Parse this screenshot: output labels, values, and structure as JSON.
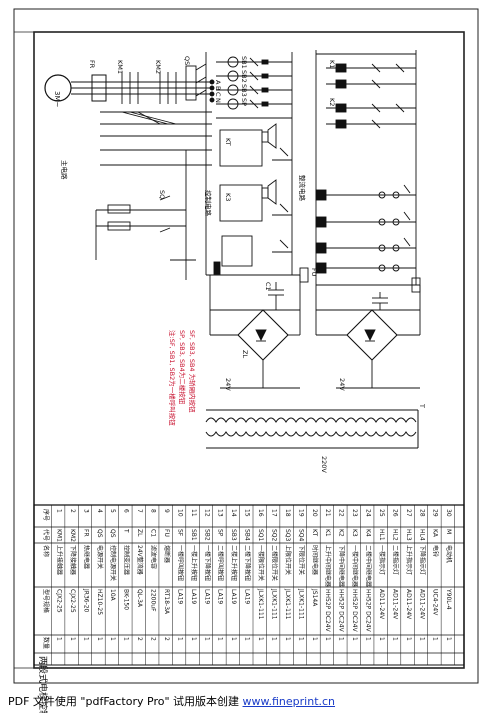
{
  "sheet": {
    "title": "两段式电梯控制电路",
    "motor_label": "3M~",
    "left_note": "主电路",
    "bus_labels": [
      "A",
      "B",
      "C",
      "N"
    ],
    "contact_labels": [
      "KM1",
      "KM2",
      "FR",
      "QS",
      "SQ",
      "SB1",
      "SB2",
      "SB3",
      "SP",
      "KT",
      "K1",
      "K2",
      "K3",
      "C1",
      "ZL",
      "FU",
      "T"
    ],
    "section_labels": [
      "控制电路",
      "整流电路"
    ],
    "voltage_labels": [
      "24V",
      "24V",
      "220V"
    ],
    "side_notes": [
      "注:SF, SB1, SB2为一楼呼叫按钮",
      "SP, SB3, SB4为二楼按钮",
      "SF, SB3, SB4 为轿厢内按钮"
    ],
    "parts_header": [
      "序号",
      "代号",
      "名称",
      "型号规格",
      "数量"
    ],
    "parts_rows": [
      [
        "1",
        "KM1",
        "上升接触器",
        "CJX2-25",
        "1"
      ],
      [
        "2",
        "KM2",
        "下降接触器",
        "CJX2-25",
        "1"
      ],
      [
        "3",
        "FR",
        "热继电器",
        "JR36-20",
        "1"
      ],
      [
        "4",
        "QS",
        "电源开关",
        "HZ10-25",
        "1"
      ],
      [
        "5",
        "QS",
        "控制电源开关",
        "10A",
        "1"
      ],
      [
        "6",
        "T",
        "控制变压器",
        "BK-150",
        "1"
      ],
      [
        "7",
        "ZL",
        "24V整流器",
        "QL-3A",
        "2"
      ],
      [
        "8",
        "C1",
        "滤波电容",
        "2200uF",
        "2"
      ],
      [
        "9",
        "FU",
        "熔断器",
        "RT18-3A",
        "2"
      ],
      [
        "10",
        "SF",
        "一楼呼叫按钮",
        "LA19",
        "1"
      ],
      [
        "11",
        "SB1",
        "一楼上升按钮",
        "LA19",
        "1"
      ],
      [
        "12",
        "SB2",
        "一楼下降按钮",
        "LA19",
        "1"
      ],
      [
        "13",
        "SP",
        "二楼呼叫按钮",
        "LA19",
        "1"
      ],
      [
        "14",
        "SB3",
        "二楼上升按钮",
        "LA19",
        "1"
      ],
      [
        "15",
        "SB4",
        "二楼下降按钮",
        "LA19",
        "1"
      ],
      [
        "16",
        "SQ1",
        "一楼限位开关",
        "JLXK1-111",
        "1"
      ],
      [
        "17",
        "SQ2",
        "二楼限位开关",
        "JLXK1-111",
        "1"
      ],
      [
        "18",
        "SQ3",
        "上限位开关",
        "JLXK1-111",
        "1"
      ],
      [
        "19",
        "SQ4",
        "下限位开关",
        "JLXK1-111",
        "1"
      ],
      [
        "20",
        "KT",
        "时间继电器",
        "JS14A",
        "1"
      ],
      [
        "21",
        "K1",
        "上升中间继电器",
        "HH52P DC24V",
        "1"
      ],
      [
        "22",
        "K2",
        "下降中间继电器",
        "HH52P DC24V",
        "1"
      ],
      [
        "23",
        "K3",
        "一楼中间继电器",
        "HH52P DC24V",
        "1"
      ],
      [
        "24",
        "K4",
        "二楼中间继电器",
        "HH52P DC24V",
        "1"
      ],
      [
        "25",
        "HL1",
        "一楼指示灯",
        "AD11-24V",
        "1"
      ],
      [
        "26",
        "HL2",
        "二楼指示灯",
        "AD11-24V",
        "1"
      ],
      [
        "27",
        "HL3",
        "上升指示灯",
        "AD11-24V",
        "1"
      ],
      [
        "28",
        "HL4",
        "下降指示灯",
        "AD11-24V",
        "1"
      ],
      [
        "29",
        "KA",
        "电铃",
        "UC4-24V",
        "1"
      ],
      [
        "30",
        "M",
        "电动机",
        "Y90L-4",
        "1"
      ]
    ],
    "footer_text": "PDF 文件使用 \"pdfFactory Pro\" 试用版本创建",
    "footer_link": "www.fineprint.cn"
  }
}
